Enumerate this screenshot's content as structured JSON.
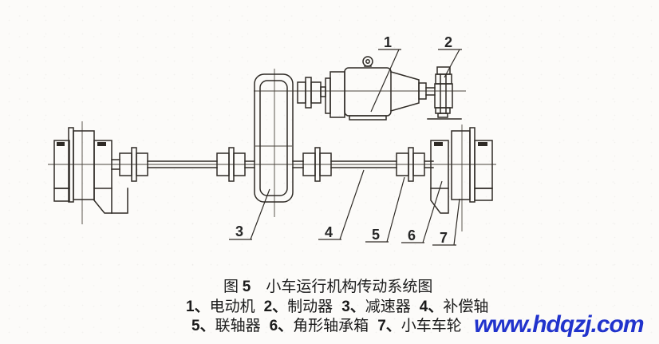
{
  "figure_caption": {
    "fig_label": "图",
    "fig_number": "5",
    "title": "小车运行机构传动系统图"
  },
  "legend": {
    "row1": [
      {
        "num": "1、",
        "term": "电动机"
      },
      {
        "num": "2、",
        "term": "制动器"
      },
      {
        "num": "3、",
        "term": "减速器"
      },
      {
        "num": "4、",
        "term": "补偿轴"
      }
    ],
    "row2": [
      {
        "num": "5、",
        "term": "联轴器"
      },
      {
        "num": "6、",
        "term": "角形轴承箱"
      },
      {
        "num": "7、",
        "term": "小车车轮"
      }
    ]
  },
  "diagram": {
    "parts": [
      {
        "number": "1",
        "name": "电动机"
      },
      {
        "number": "2",
        "name": "制动器"
      },
      {
        "number": "3",
        "name": "减速器"
      },
      {
        "number": "4",
        "name": "补偿轴"
      },
      {
        "number": "5",
        "name": "联轴器"
      },
      {
        "number": "6",
        "name": "角形轴承箱"
      },
      {
        "number": "7",
        "name": "小车车轮"
      }
    ]
  },
  "watermark": {
    "text": "www.hdqzj.com",
    "color": "#2133cc"
  },
  "colors": {
    "line": "#2f2b26",
    "text": "#1b1b1b",
    "paper": "#fcfbf9"
  }
}
